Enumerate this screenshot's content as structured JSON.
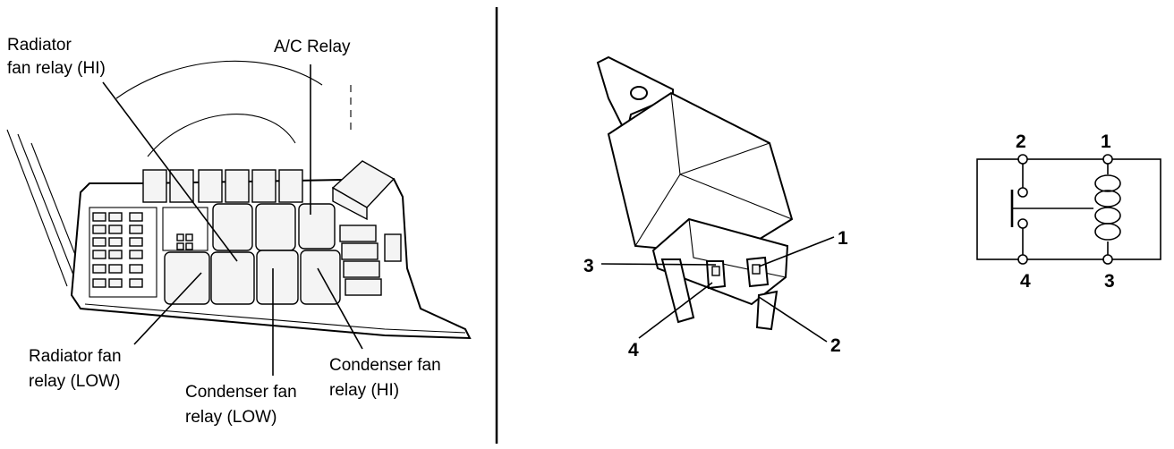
{
  "fuse_box": {
    "labels": {
      "radiator_hi": [
        "Radiator",
        "fan relay (HI)"
      ],
      "ac_relay": [
        "A/C Relay"
      ],
      "radiator_low": [
        "Radiator fan",
        "relay (LOW)"
      ],
      "condenser_low": [
        "Condenser fan",
        "relay (LOW)"
      ],
      "condenser_hi": [
        "Condenser fan",
        "relay (HI)"
      ]
    }
  },
  "relay": {
    "pins": {
      "p1": "1",
      "p2": "2",
      "p3": "3",
      "p4": "4"
    }
  },
  "schematic": {
    "pins": {
      "p1": "1",
      "p2": "2",
      "p3": "3",
      "p4": "4"
    }
  }
}
